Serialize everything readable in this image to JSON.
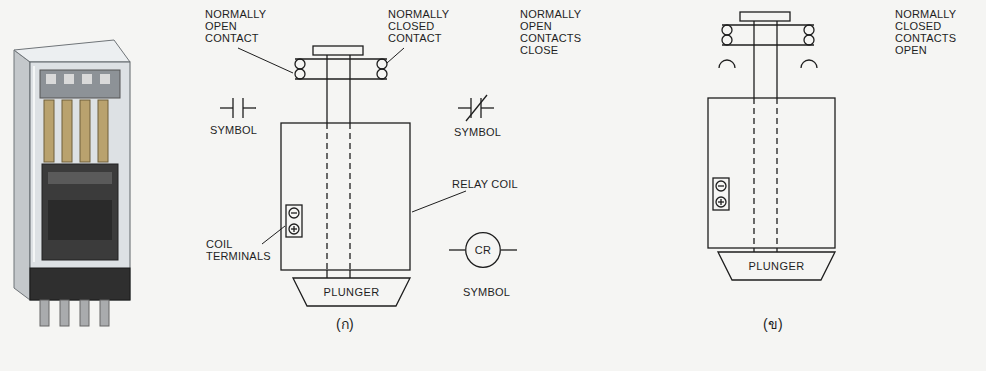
{
  "diagram": {
    "nodes": [
      {
        "text": [
          "PLUNGER"
        ]
      },
      {
        "text": [
          "CR"
        ]
      },
      {
        "text": [
          "PLUNGER"
        ]
      }
    ],
    "labels": [
      "NORMALLY OPEN CONTACT",
      "NORMALLY CLOSED CONTACT",
      "SYMBOL",
      "SYMBOL",
      "RELAY COIL",
      "COIL TERMINALS",
      "SYMBOL",
      "(ก)",
      "NORMALLY OPEN CONTACTS CLOSE",
      "NORMALLY CLOSED CONTACTS OPEN",
      "(ข)"
    ]
  }
}
